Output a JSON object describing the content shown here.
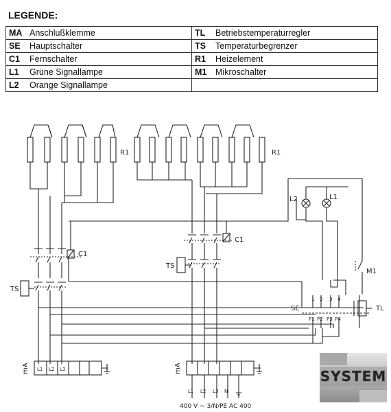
{
  "legend": {
    "title": "LEGENDE:",
    "rows": [
      [
        {
          "code": "MA",
          "text": "Anschlußklemme"
        },
        {
          "code": "TL",
          "text": "Betriebstemperaturregler"
        }
      ],
      [
        {
          "code": "SE",
          "text": "Hauptschalter"
        },
        {
          "code": "TS",
          "text": "Temperaturbegrenzer"
        }
      ],
      [
        {
          "code": "C1",
          "text": "Fernschalter"
        },
        {
          "code": "R1",
          "text": "Heizelement"
        }
      ],
      [
        {
          "code": "L1",
          "text": "Grüne Signallampe"
        },
        {
          "code": "M1",
          "text": "Mikroschalter"
        }
      ],
      [
        {
          "code": "L2",
          "text": "Orange Signallampe"
        },
        {
          "code": "",
          "text": ""
        }
      ]
    ]
  },
  "labels": {
    "r1_left": "R1",
    "r1_right": "R1",
    "c1_left": "C1",
    "c1_right": "C1",
    "ts_left": "TS",
    "ts_mid": "TS",
    "l2": "L2",
    "l1": "L1",
    "m1": "M1",
    "se": "SE",
    "tl": "TL",
    "ma_left": "mA",
    "ma_right": "mA",
    "left_terminals": [
      "L1",
      "L2",
      "L3"
    ],
    "right_terminals": [
      "L1",
      "L2",
      "L3",
      "N"
    ],
    "se_top_pins": [
      "1",
      "2",
      "3",
      "4"
    ],
    "se_bottom_pins": [
      "P1",
      "P2",
      "P3",
      "P4"
    ],
    "supply": "400 V ~ 3/N/PE AC 400"
  },
  "logo": {
    "text": "SYSTEM"
  }
}
